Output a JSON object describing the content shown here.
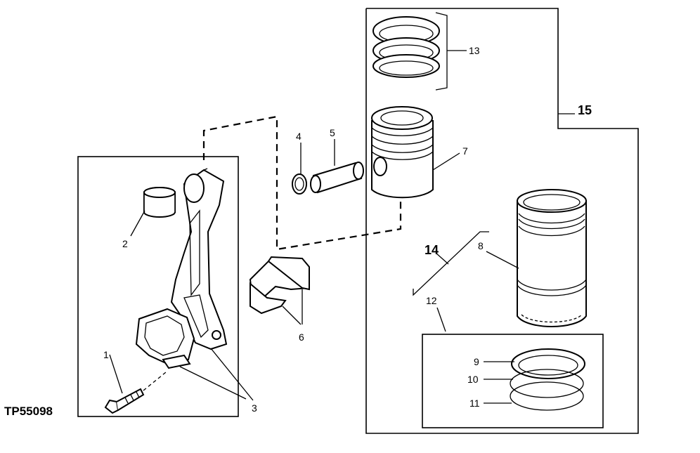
{
  "figure_code": "TP55098",
  "callouts": [
    "1",
    "2",
    "3",
    "4",
    "5",
    "6",
    "7",
    "8",
    "9",
    "10",
    "11",
    "12",
    "13",
    "14",
    "15"
  ]
}
